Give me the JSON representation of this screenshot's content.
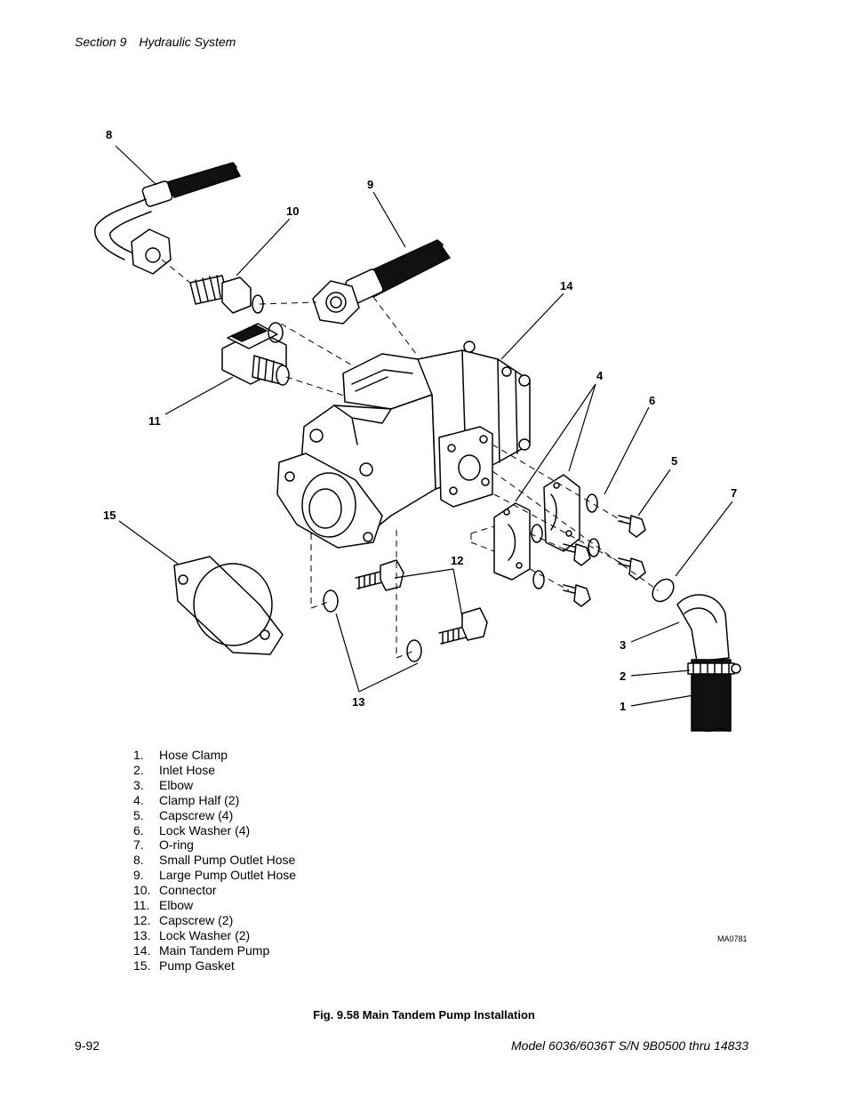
{
  "header": {
    "section": "Section 9",
    "title": "Hydraulic System"
  },
  "callouts": [
    {
      "num": "8"
    },
    {
      "num": "9"
    },
    {
      "num": "10"
    },
    {
      "num": "14"
    },
    {
      "num": "4"
    },
    {
      "num": "6"
    },
    {
      "num": "11"
    },
    {
      "num": "5"
    },
    {
      "num": "7"
    },
    {
      "num": "15"
    },
    {
      "num": "12"
    },
    {
      "num": "3"
    },
    {
      "num": "2"
    },
    {
      "num": "1"
    },
    {
      "num": "13"
    }
  ],
  "legend": [
    {
      "num": "1.",
      "label": "Hose Clamp"
    },
    {
      "num": "2.",
      "label": "Inlet Hose"
    },
    {
      "num": "3.",
      "label": "Elbow"
    },
    {
      "num": "4.",
      "label": "Clamp Half (2)"
    },
    {
      "num": "5.",
      "label": "Capscrew (4)"
    },
    {
      "num": "6.",
      "label": "Lock Washer (4)"
    },
    {
      "num": "7.",
      "label": "O-ring"
    },
    {
      "num": "8.",
      "label": "Small Pump Outlet Hose"
    },
    {
      "num": "9.",
      "label": "Large Pump Outlet Hose"
    },
    {
      "num": "10.",
      "label": "Connector"
    },
    {
      "num": "11.",
      "label": "Elbow"
    },
    {
      "num": "12.",
      "label": "Capscrew (2)"
    },
    {
      "num": "13.",
      "label": "Lock Washer (2)"
    },
    {
      "num": "14.",
      "label": "Main Tandem Pump"
    },
    {
      "num": "15.",
      "label": "Pump Gasket"
    }
  ],
  "drawing_id": "MA0781",
  "caption": "Fig. 9.58 Main Tandem Pump Installation",
  "footer": {
    "page": "9-92",
    "model": "Model 6036/6036T S/N 9B0500 thru 14833"
  }
}
